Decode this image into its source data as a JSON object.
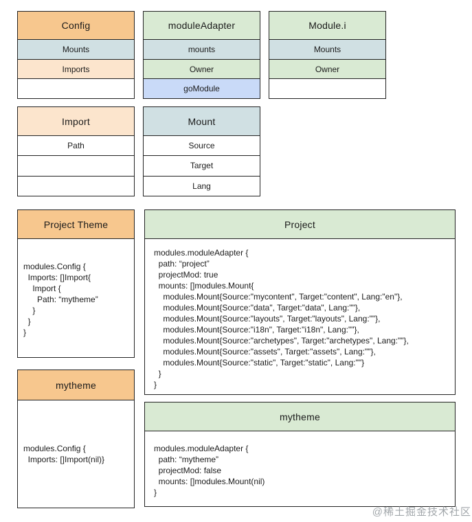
{
  "palette": {
    "header_orange": "#f7c78e",
    "light_orange": "#fce5cd",
    "light_green": "#d9ead3",
    "light_blue_gray": "#d0e0e3",
    "light_cornflower": "#c9daf8",
    "border": "#222222",
    "text": "#1a1a1a",
    "watermark_gray": "#91969b"
  },
  "boxes": {
    "config": {
      "title": "Config",
      "rows": [
        "Mounts",
        "Imports",
        ""
      ]
    },
    "module_adapter": {
      "title": "moduleAdapter",
      "rows": [
        "mounts",
        "Owner",
        "goModule"
      ]
    },
    "module_i": {
      "title": "Module.i",
      "rows": [
        "Mounts",
        "Owner",
        ""
      ]
    },
    "import": {
      "title": "Import",
      "rows": [
        "Path",
        "",
        ""
      ]
    },
    "mount": {
      "title": "Mount",
      "rows": [
        "Source",
        "Target",
        "Lang"
      ]
    },
    "project_theme": {
      "title": "Project Theme",
      "code": "modules.Config {\n  Imports: []Import{\n    Import {\n      Path: “mytheme”\n    }\n  }\n}"
    },
    "project": {
      "title": "Project",
      "code": "modules.moduleAdapter {\n  path: “project”\n  projectMod: true\n  mounts: []modules.Mount{\n    modules.Mount{Source:\"mycontent\", Target:\"content\", Lang:\"en\"},\n    modules.Mount{Source:\"data\", Target:\"data\", Lang:\"\"},\n    modules.Mount{Source:\"layouts\", Target:\"layouts\", Lang:\"\"},\n    modules.Mount{Source:\"i18n\", Target:\"i18n\", Lang:\"\"},\n    modules.Mount{Source:\"archetypes\", Target:\"archetypes\", Lang:\"\"},\n    modules.Mount{Source:\"assets\", Target:\"assets\", Lang:\"\"},\n    modules.Mount{Source:\"static\", Target:\"static\", Lang:\"\"}\n  }\n}"
    },
    "mytheme_config": {
      "title": "mytheme",
      "code": "modules.Config {\n  Imports: []Import(nil)}"
    },
    "mytheme_adapter": {
      "title": "mytheme",
      "code": "modules.moduleAdapter {\n  path: “mytheme”\n  projectMod: false\n  mounts: []modules.Mount(nil)\n}"
    }
  },
  "watermark": {
    "label": "@稀土掘金技术社区"
  }
}
